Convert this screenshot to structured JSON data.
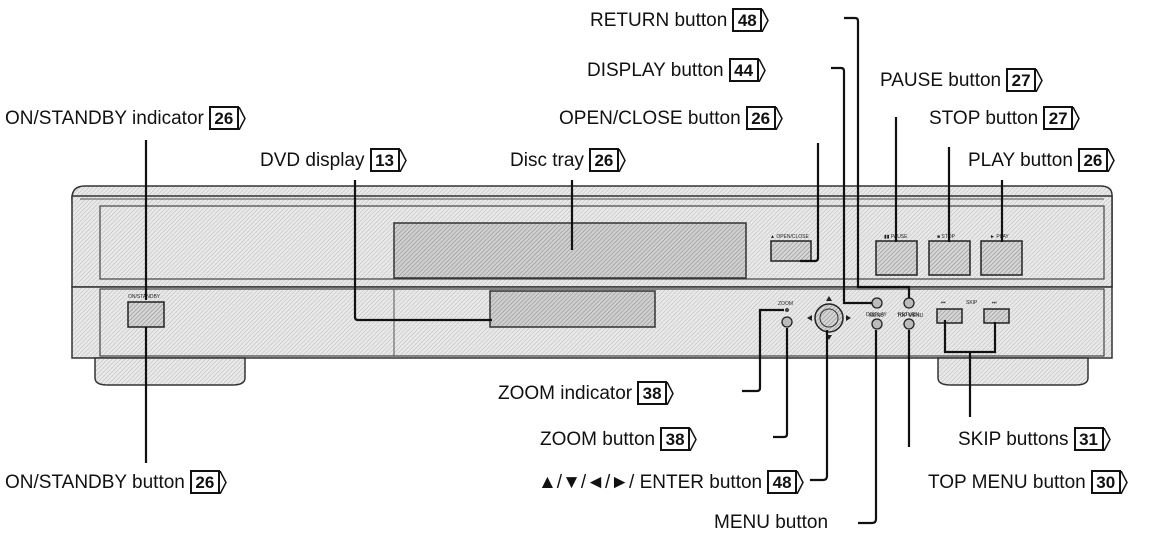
{
  "callouts": {
    "return_button": {
      "label": "RETURN button",
      "page": "48"
    },
    "display_button": {
      "label": "DISPLAY button",
      "page": "44"
    },
    "pause_button": {
      "label": "PAUSE button",
      "page": "27"
    },
    "standby_indicator": {
      "label": "ON/STANDBY indicator",
      "page": "26"
    },
    "open_close_button": {
      "label": "OPEN/CLOSE button",
      "page": "26"
    },
    "stop_button": {
      "label": "STOP button",
      "page": "27"
    },
    "dvd_display": {
      "label": "DVD display",
      "page": "13"
    },
    "disc_tray": {
      "label": "Disc tray",
      "page": "26"
    },
    "play_button": {
      "label": "PLAY button",
      "page": "26"
    },
    "zoom_indicator": {
      "label": "ZOOM indicator",
      "page": "38"
    },
    "zoom_button": {
      "label": "ZOOM button",
      "page": "38"
    },
    "skip_buttons": {
      "label": "SKIP buttons",
      "page": "31"
    },
    "standby_button": {
      "label": "ON/STANDBY button",
      "page": "26"
    },
    "enter_button": {
      "label": "▲/▼/◄/►/ ENTER button",
      "page": "48"
    },
    "top_menu_button": {
      "label": "TOP MENU button",
      "page": "30"
    },
    "menu_button": {
      "label": "MENU button",
      "page": ""
    }
  },
  "panel_text": {
    "open_close": "▲ OPEN/CLOSE",
    "pause": "▮▮ PAUSE",
    "stop": "■ STOP",
    "play": "► PLAY",
    "on_standby": "ON/STANDBY",
    "display": "DISPLAY",
    "return": "RETURN",
    "zoom": "ZOOM",
    "menu": "MENU",
    "top_menu": "TOP MENU",
    "skip": "SKIP",
    "skip_prev": "⏮",
    "skip_next": "⏭"
  },
  "icons": [
    "page-reference-arrow-icon",
    "up-arrow-icon",
    "down-arrow-icon",
    "left-arrow-icon",
    "right-arrow-icon"
  ]
}
